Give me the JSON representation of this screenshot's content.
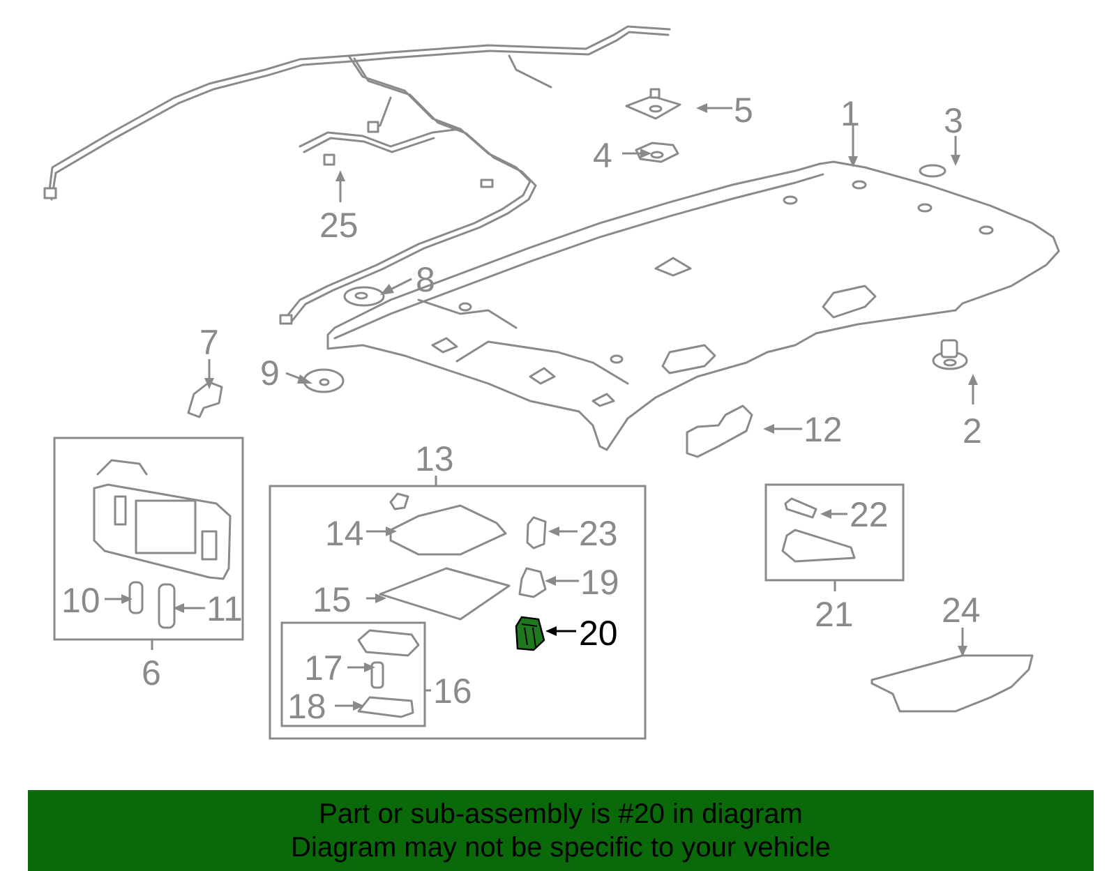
{
  "diagram": {
    "callouts": [
      {
        "id": "1",
        "label": "1"
      },
      {
        "id": "2",
        "label": "2"
      },
      {
        "id": "3",
        "label": "3"
      },
      {
        "id": "4",
        "label": "4"
      },
      {
        "id": "5",
        "label": "5"
      },
      {
        "id": "6",
        "label": "6"
      },
      {
        "id": "7",
        "label": "7"
      },
      {
        "id": "8",
        "label": "8"
      },
      {
        "id": "9",
        "label": "9"
      },
      {
        "id": "10",
        "label": "10"
      },
      {
        "id": "11",
        "label": "11"
      },
      {
        "id": "12",
        "label": "12"
      },
      {
        "id": "13",
        "label": "13"
      },
      {
        "id": "14",
        "label": "14"
      },
      {
        "id": "15",
        "label": "15"
      },
      {
        "id": "16",
        "label": "16"
      },
      {
        "id": "17",
        "label": "17"
      },
      {
        "id": "18",
        "label": "18"
      },
      {
        "id": "19",
        "label": "19"
      },
      {
        "id": "20",
        "label": "20"
      },
      {
        "id": "21",
        "label": "21"
      },
      {
        "id": "22",
        "label": "22"
      },
      {
        "id": "23",
        "label": "23"
      },
      {
        "id": "24",
        "label": "24"
      },
      {
        "id": "25",
        "label": "25"
      }
    ],
    "highlighted_part": "20",
    "colors": {
      "line": "#8a8a8a",
      "highlight_part": "#1f7a1f",
      "banner_bg": "#0a6a0a",
      "banner_text": "#000000"
    }
  },
  "banner": {
    "line1": "Part or sub-assembly is #20 in diagram",
    "line2": "Diagram may not be specific to your vehicle"
  }
}
